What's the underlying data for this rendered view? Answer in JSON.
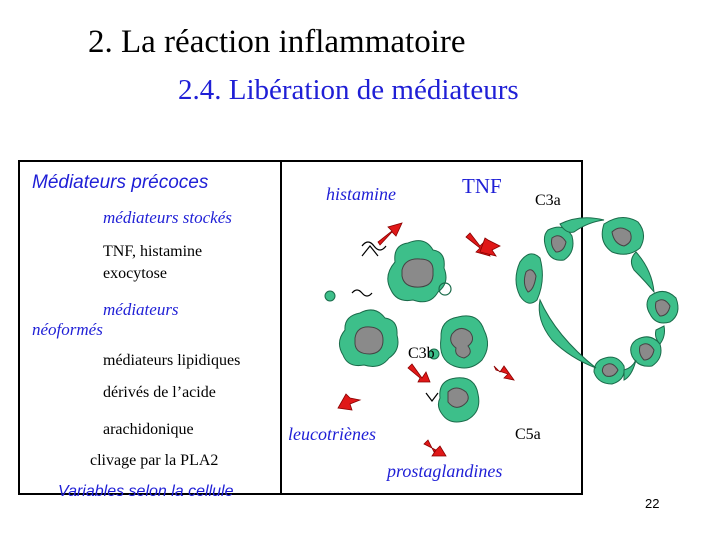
{
  "slide": {
    "title": "2. La réaction inflammatoire",
    "subtitle": "2.4. Libération de médiateurs",
    "page_number": "22"
  },
  "left_panel": {
    "heading": "Médiateurs précoces",
    "stored_title": "médiateurs stockés",
    "stored_example_1": "TNF, histamine",
    "stored_example_2": "exocytose",
    "neoformed_title_1": "médiateurs",
    "neoformed_title_2": "néoformés",
    "lipid": "médiateurs lipidiques",
    "derived": "dérivés de l’acide",
    "arachidonic": "arachidonique",
    "cleavage": "clivage par la PLA2",
    "variable": "Variables selon la cellule"
  },
  "diagram": {
    "labels": {
      "histamine": "histamine",
      "tnf": "TNF",
      "c3a": "C3a",
      "c3b": "C3b",
      "leukotrienes": "leucotriènes",
      "c5a": "C5a",
      "prostaglandins": "prostaglandines"
    },
    "colors": {
      "cell_fill": "#3dbf8a",
      "nucleus_fill": "#8a8a8a",
      "arrow_fill": "#e01818",
      "text_blue": "#1f1fd6"
    }
  }
}
